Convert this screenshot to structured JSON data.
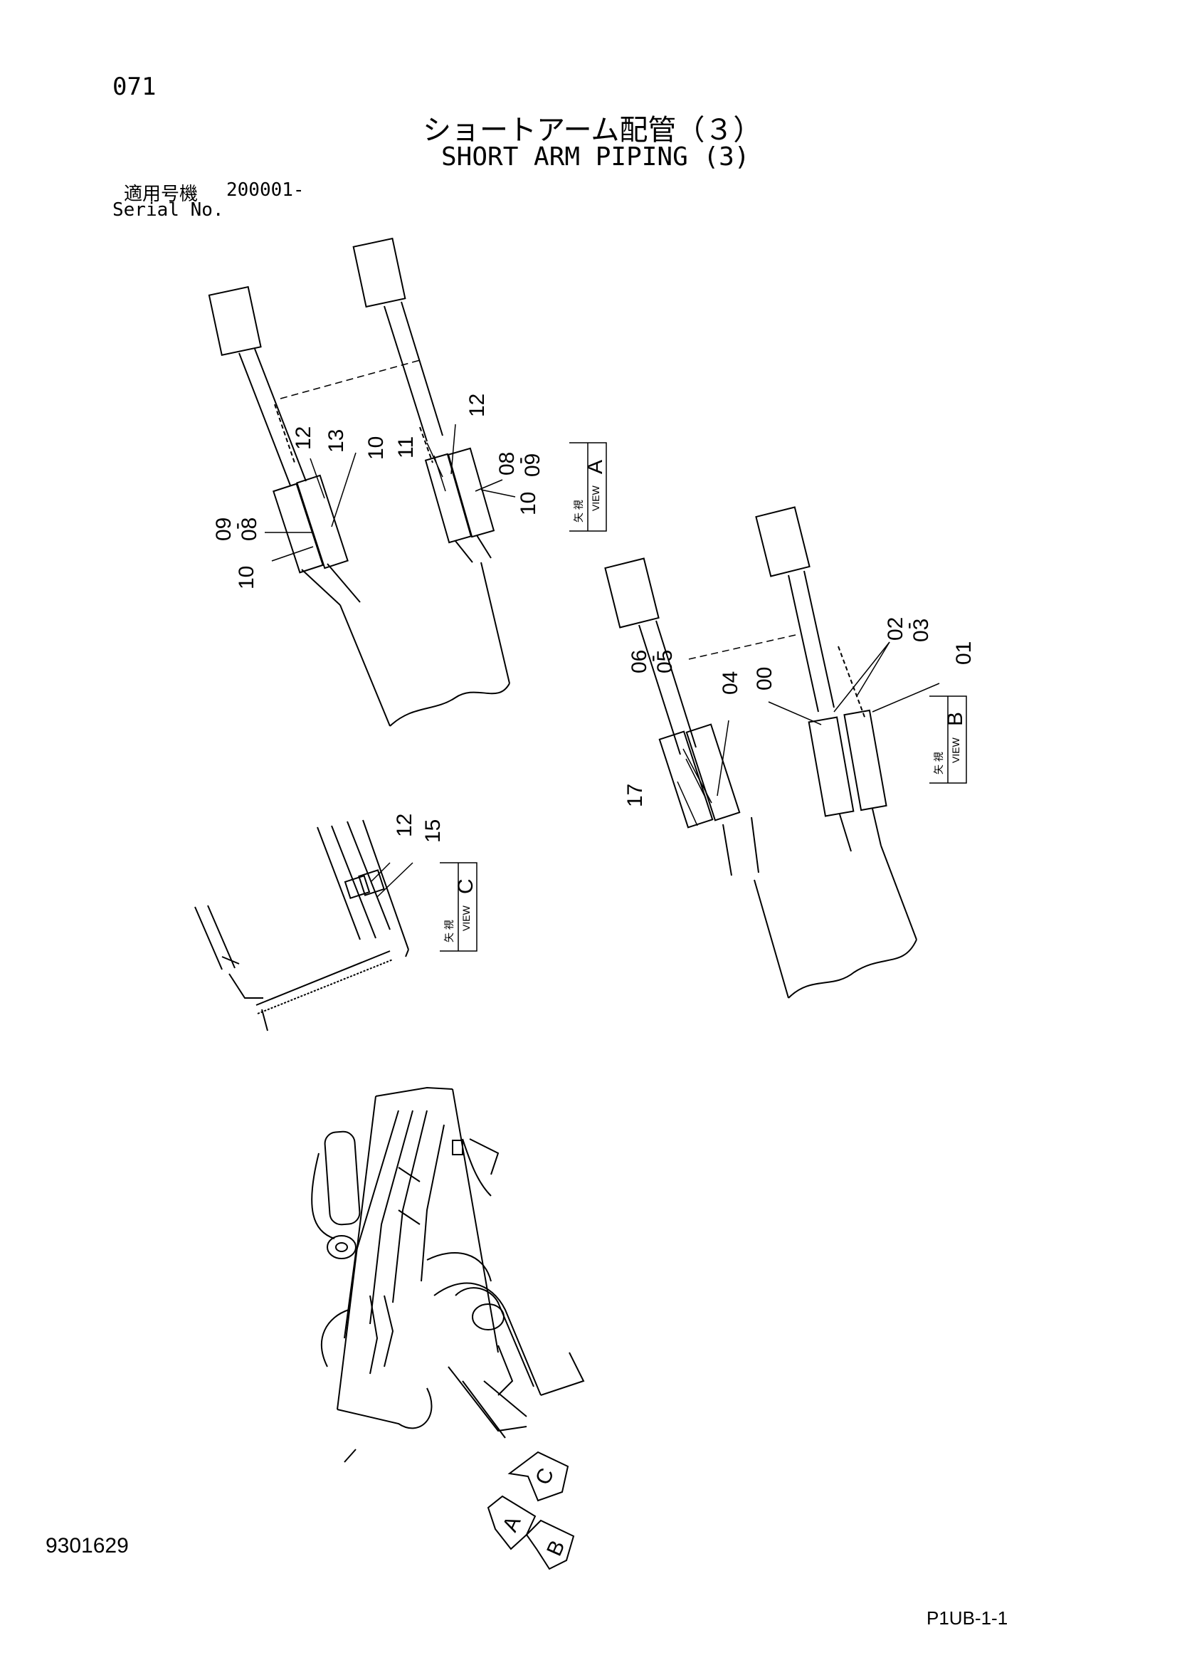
{
  "header": {
    "page_number": "071",
    "title_jp": "ショートアーム配管（３）",
    "title_en": "SHORT ARM PIPING (3)",
    "serial_label_jp": "適用号機",
    "serial_value": "200001-",
    "serial_label_en": "Serial No."
  },
  "views": {
    "a": {
      "jp": "矢 視",
      "view": "VIEW",
      "letter": "A"
    },
    "b": {
      "jp": "矢 視",
      "view": "VIEW",
      "letter": "B"
    },
    "c": {
      "jp": "矢 視",
      "view": "VIEW",
      "letter": "C"
    }
  },
  "callouts": {
    "a_left": [
      "09",
      "-",
      "08",
      "10",
      "12",
      "13"
    ],
    "a_right": [
      "10",
      "11",
      "12",
      "08",
      "-",
      "09",
      "10"
    ],
    "b": [
      "06",
      "-",
      "05",
      "04",
      "00",
      "02",
      "-",
      "03",
      "01",
      "17"
    ],
    "c": [
      "12",
      "15"
    ]
  },
  "arrow_markers": [
    "C",
    "A",
    "B"
  ],
  "footer": {
    "doc_number": "9301629",
    "sheet_code": "P1UB-1-1"
  }
}
